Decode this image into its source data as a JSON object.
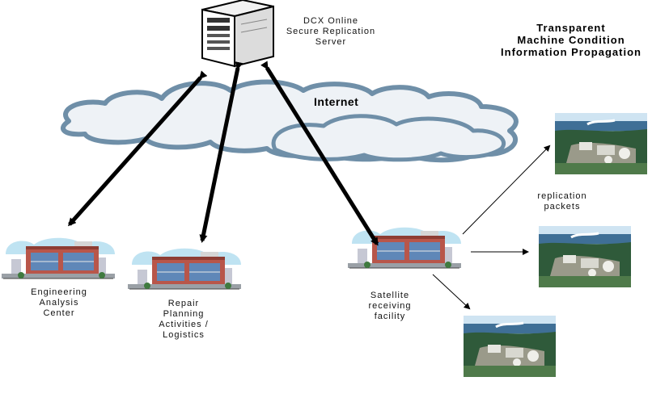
{
  "diagram": {
    "title": "Transparent\nMachine Condition\nInformation Propagation",
    "server_label": "DCX Online\nSecure Replication\nServer",
    "network_label": "Internet",
    "nodes": {
      "engineering": "Engineering\nAnalysis\nCenter",
      "repair": "Repair\nPlanning\nActivities /\nLogistics",
      "satellite": "Satellite\nreceiving\nfacility"
    },
    "packets_label": "replication\npackets"
  },
  "colors": {
    "cloud_fill": "#eef2f6",
    "cloud_stroke": "#6f8fa8",
    "arrow": "#000000",
    "building_brick": "#b8564a",
    "building_glass": "#5f87b8",
    "sky": "#bfe3f2",
    "water": "#3f6f96",
    "forest": "#2f5a3a"
  },
  "icons": [
    "server-icon",
    "building-icon",
    "plant-photo-icon",
    "cloud-icon"
  ]
}
